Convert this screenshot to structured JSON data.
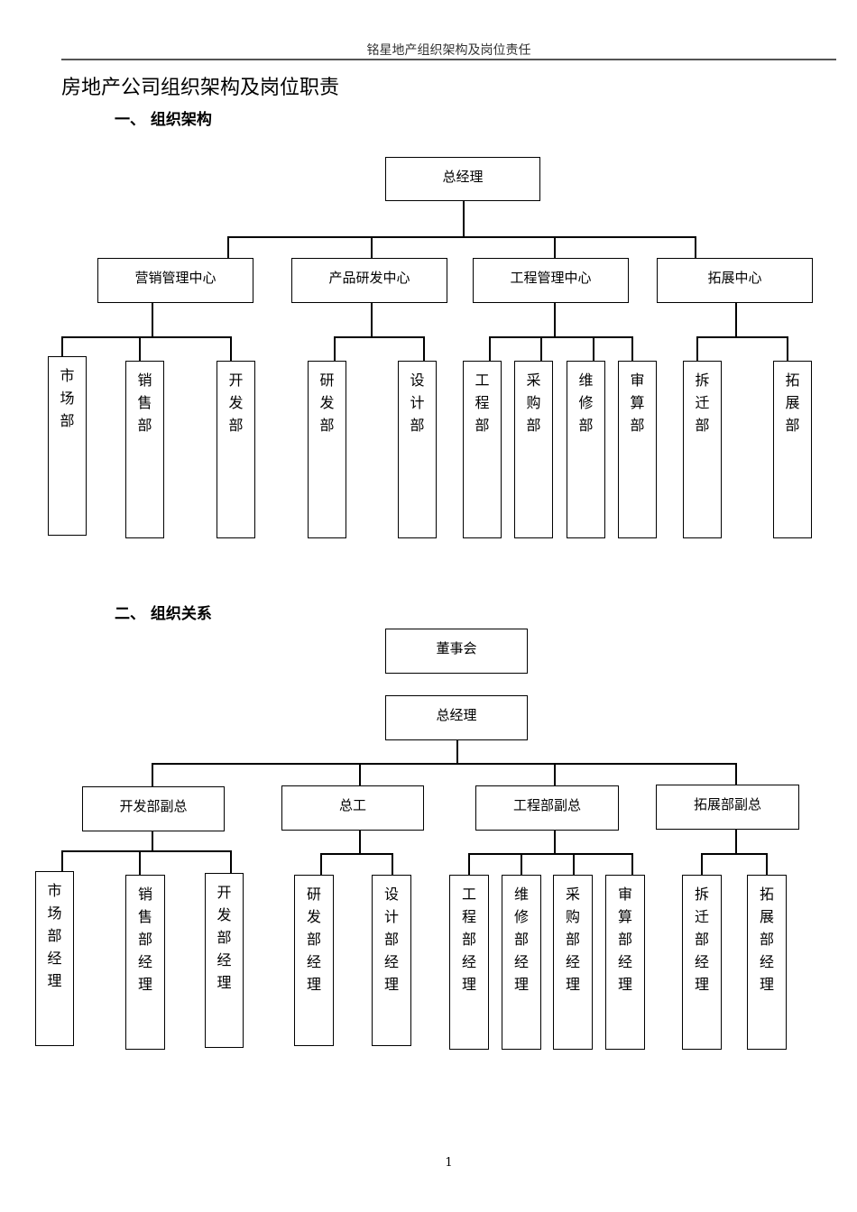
{
  "header": {
    "text": "铭星地产组织架构及岗位责任"
  },
  "title": "房地产公司组织架构及岗位职责",
  "section1": {
    "heading": "一、 组织架构",
    "top": "总经理",
    "groups": [
      {
        "label": "营销管理中心",
        "children": [
          "市场部",
          "销售部",
          "开发部"
        ]
      },
      {
        "label": "产品研发中心",
        "children": [
          "研发部",
          "设计部"
        ]
      },
      {
        "label": "工程管理中心",
        "children": [
          "工程部",
          "采购部",
          "维修部",
          "审算部"
        ]
      },
      {
        "label": "拓展中心",
        "children": [
          "拆迁部",
          "拓展部"
        ]
      }
    ]
  },
  "section2": {
    "heading": "二、 组织关系",
    "board": "董事会",
    "top": "总经理",
    "groups": [
      {
        "label": "开发部副总",
        "children": [
          "市场部经理",
          "销售部经理",
          "开发部经理"
        ]
      },
      {
        "label": "总工",
        "children": [
          "研发部经理",
          "设计部经理"
        ]
      },
      {
        "label": "工程部副总",
        "children": [
          "工程部经理",
          "维修部经理",
          "采购部经理",
          "审算部经理"
        ]
      },
      {
        "label": "拓展部副总",
        "children": [
          "拆迁部经理",
          "拓展部经理"
        ]
      }
    ]
  },
  "page_number": "1"
}
